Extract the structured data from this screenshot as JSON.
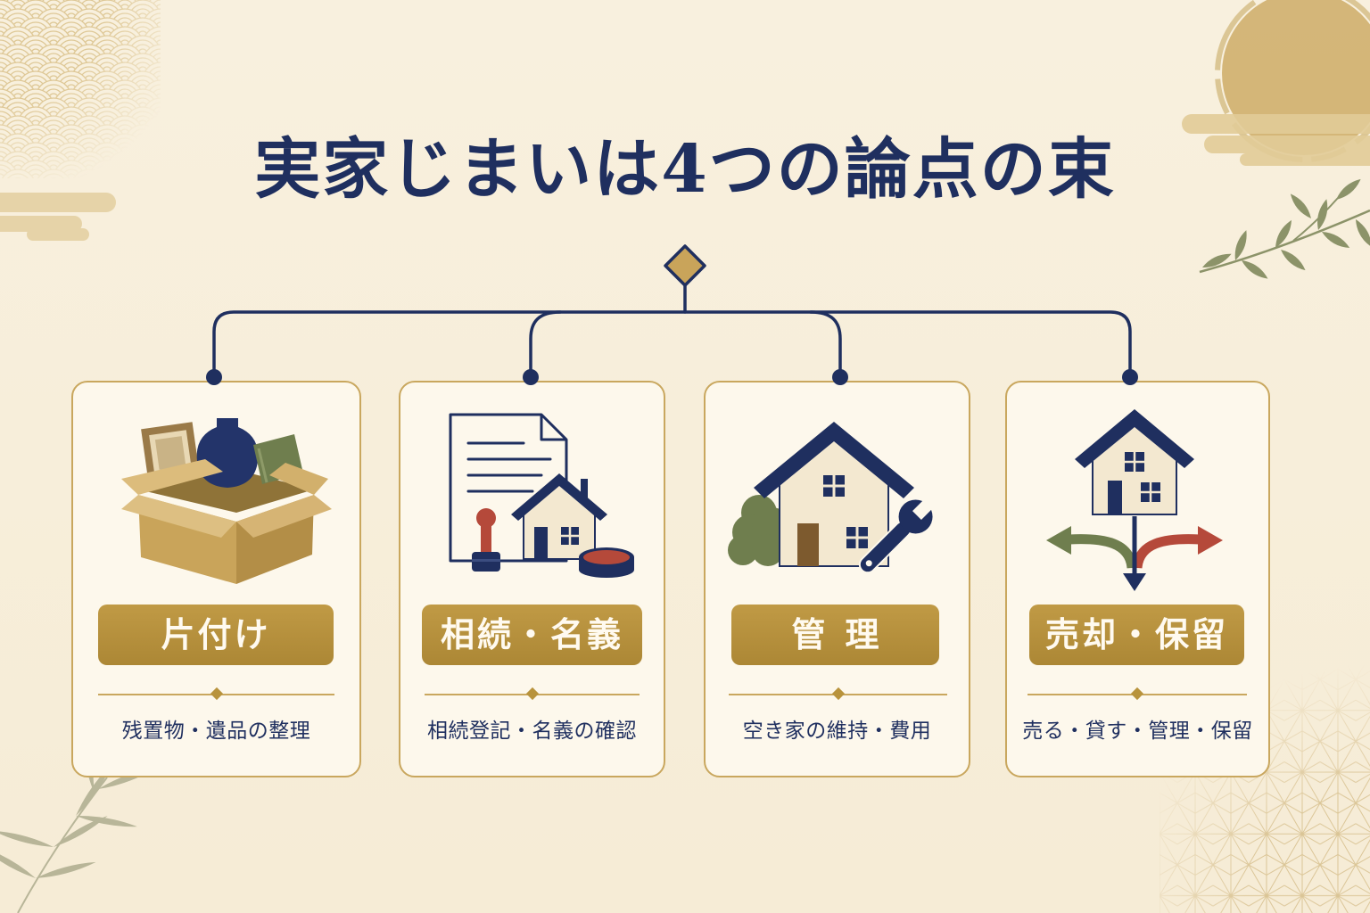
{
  "title": "実家じまいは4つの論点の束",
  "colors": {
    "navy": "#1f2f5f",
    "gold": "#b8933c",
    "card_border": "#c9a75e",
    "background": "#f7eedb",
    "green": "#6f7e4e",
    "red": "#b5493a"
  },
  "cards": [
    {
      "label": "片付け",
      "description": "残置物・遺品の整理",
      "icon": "cardboard-box-icon"
    },
    {
      "label": "相続・名義",
      "description": "相続登記・名義の確認",
      "icon": "document-stamp-house-icon"
    },
    {
      "label": "管理",
      "description": "空き家の維持・費用",
      "icon": "house-wrench-icon"
    },
    {
      "label": "売却・保留",
      "description": "売る・貸す・管理・保留",
      "icon": "house-branching-arrows-icon"
    }
  ]
}
